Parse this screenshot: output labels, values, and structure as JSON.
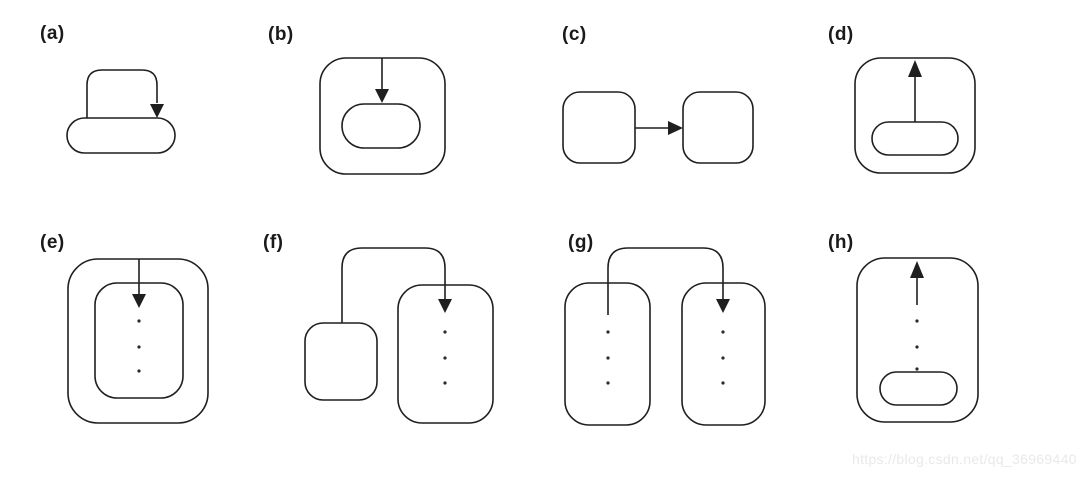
{
  "page": {
    "background": "#ffffff",
    "stroke_color": "#1f1f1f",
    "label_color": "#1a1a1a",
    "dot_color": "#2a2a2a",
    "watermark_color": "#e9e9e9"
  },
  "panels": [
    {
      "id": "a",
      "label": "(a)"
    },
    {
      "id": "b",
      "label": "(b)"
    },
    {
      "id": "c",
      "label": "(c)"
    },
    {
      "id": "d",
      "label": "(d)"
    },
    {
      "id": "e",
      "label": "(e)"
    },
    {
      "id": "f",
      "label": "(f)"
    },
    {
      "id": "g",
      "label": "(g)"
    },
    {
      "id": "h",
      "label": "(h)"
    }
  ],
  "watermark": {
    "text": "https://blog.csdn.net/qq_36969440"
  }
}
